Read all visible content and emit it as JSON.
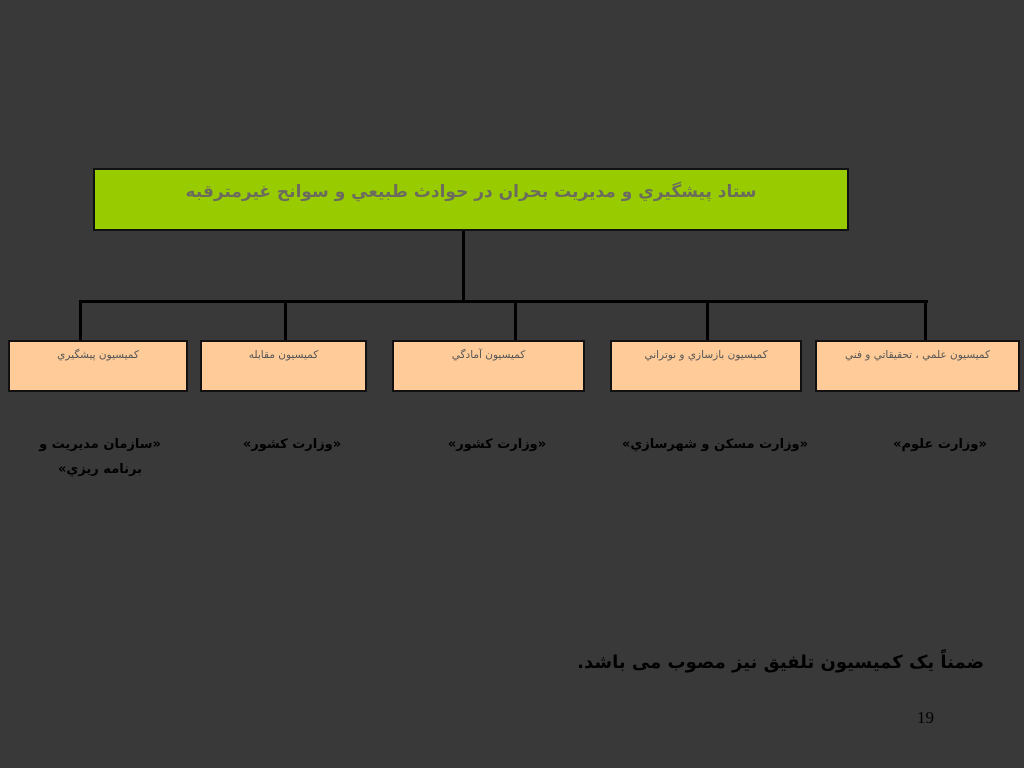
{
  "title": "ستاد پيشگيري و مديريت بحران در حوادث طبيعي و سوانح غيرمترقبه",
  "commissions": [
    {
      "label": "كميسيون پيشگيري",
      "ministry": "«سازمان مديريت و برنامه ريزي»"
    },
    {
      "label": "كميسيون مقابله",
      "ministry": "«وزارت كشور»"
    },
    {
      "label": "كميسيون آمادگي",
      "ministry": "«وزارت كشور»"
    },
    {
      "label": "كميسيون بازسازي و نوتراني",
      "ministry": "«وزارت مسكن و شهرسازي»"
    },
    {
      "label": "كميسيون علمي ، تحقيقاتي و فني",
      "ministry": "«وزارت علوم»"
    }
  ],
  "note": "ضمناً یک کمیسیون تلفیق نیز مصوب می باشد.",
  "page_number": "19",
  "colors": {
    "background": "#393939",
    "title_box": "#99cc00",
    "commission_box": "#ffcc99"
  }
}
